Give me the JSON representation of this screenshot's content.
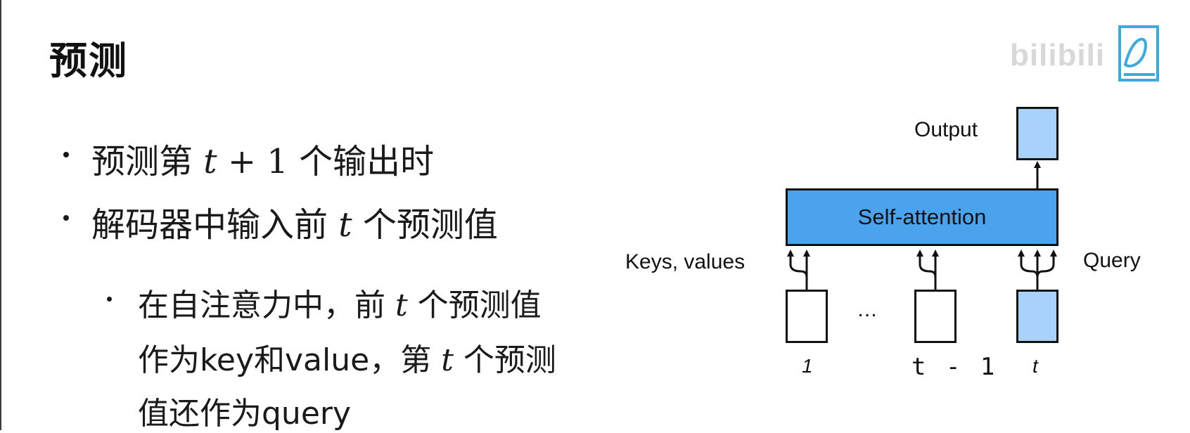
{
  "slide": {
    "title": "预测"
  },
  "bullets": [
    {
      "pre": "预测第 ",
      "math": "t",
      "mathUp": " + 1",
      "post": " 个输出时"
    },
    {
      "pre": "解码器中输入前 ",
      "math": "t",
      "post": " 个预测值"
    }
  ],
  "sub_bullet": {
    "line1_pre": "在自注意力中，前 ",
    "line1_math": "t",
    "line1_post": " 个预测值",
    "line2_pre": "作为key和value，第 ",
    "line2_math": "t",
    "line2_post": " 个预测",
    "line3": "值还作为query"
  },
  "diagram": {
    "output_label": "Output",
    "self_attention_label": "Self-attention",
    "keys_values_label": "Keys, values",
    "query_label": "Query",
    "ellipsis": "…",
    "index_labels": [
      "1",
      "t",
      "t - 1"
    ]
  },
  "watermark": {
    "text": "bilibili",
    "brand_color": "#3ca9df"
  }
}
